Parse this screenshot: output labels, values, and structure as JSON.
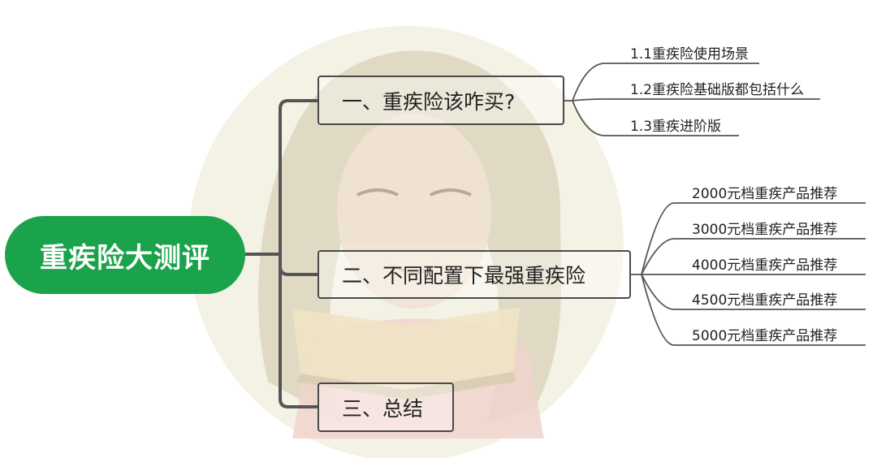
{
  "mindmap": {
    "root": "重疾险大测评",
    "branches": [
      {
        "label": "一、重疾险该咋买?",
        "children": [
          "1.1重疾险使用场景",
          "1.2重疾险基础版都包括什么",
          "1.3重疾进阶版"
        ]
      },
      {
        "label": "二、不同配置下最强重疾险",
        "children": [
          "2000元档重疾产品推荐",
          "3000元档重疾产品推荐",
          "4000元档重疾产品推荐",
          "4500元档重疾产品推荐",
          "5000元档重疾产品推荐"
        ]
      },
      {
        "label": "三、总结",
        "children": []
      }
    ]
  },
  "colors": {
    "root_fill": "#1aa34a",
    "root_text": "#ffffff",
    "connector": "#555555",
    "node_border": "#4a4a4a",
    "text": "#222222"
  }
}
